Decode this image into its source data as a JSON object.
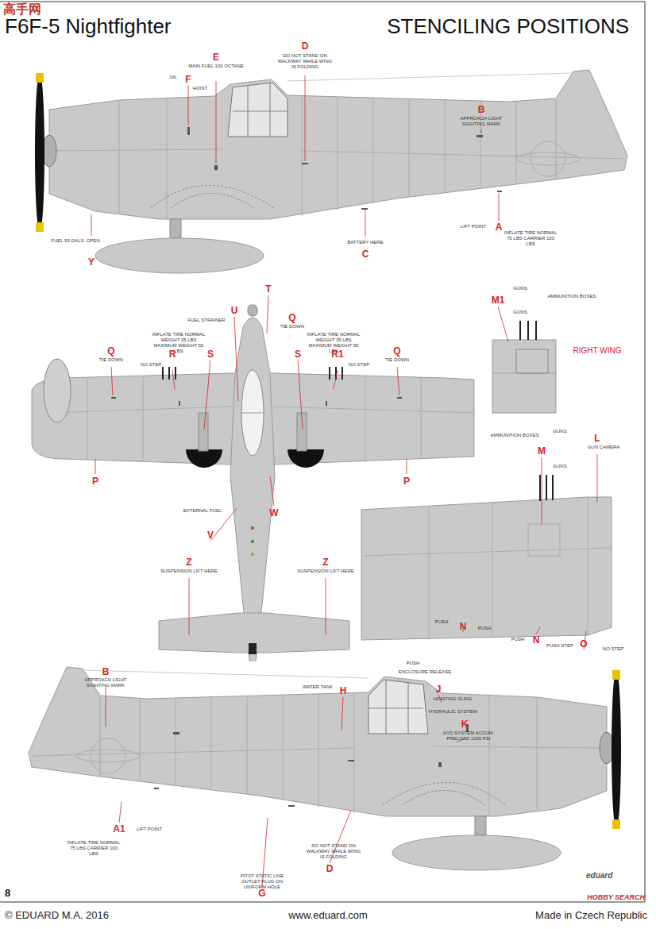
{
  "diagram": {
    "title": "F6F-5 Nightfighter",
    "labels": [
      "STENCILING POSITIONS",
      "OIL",
      "F",
      "HOIST",
      "E",
      "MAIN FUEL 100 OCTANE",
      "D",
      "DO NOT STAND ON WALKWAY WHILE WING IS FOLDING",
      "B",
      "APPROACH LIGHT SIGHTING MARK",
      "FUEL 93 GALS. OPEN",
      "Y",
      "BATTERY HERE",
      "C",
      "LIFT POINT",
      "A",
      "INFLATE TIRE NORMAL 75 LBS CARRIER 100 LBS",
      "T",
      "U",
      "FUEL STRAINER",
      "Q",
      "TIE DOWN",
      "INFLATE TIRE NORMAL WEIGHT 35 LBS MAXIMUM WEIGHT 55 LBS",
      "INFLATE TIRE NORMAL WEIGHT 35 LBS MAXIMUM WEIGHT 55 LBS",
      "Q",
      "TIE DOWN",
      "R",
      "NO STEP",
      "S",
      "S",
      "R1",
      "NO STEP",
      "Q",
      "TIE DOWN",
      "P",
      "P",
      "EXTERNAL FUEL",
      "V",
      "W",
      "Z",
      "SUSPENSION LIFT HERE",
      "Z",
      "SUSPENSION LIFT HERE",
      "M1",
      "GUNS",
      "GUNS",
      "AMMUNITION BOXES",
      "RIGHT WING",
      "AMMUNITION BOXES",
      "M",
      "GUNS",
      "GUNS",
      "L",
      "GUN CAMERA",
      "PUSH",
      "N",
      "PUSH",
      "PUSH",
      "N",
      "PUSH STEP",
      "O",
      "NO STEP",
      "B",
      "APPROACH LIGHT SIGHTING MARK",
      "PUSH",
      "ENCLOSURE RELEASE",
      "WATER TANK",
      "H",
      "J",
      "HOISTING SLING",
      "HYDRAULIC SYSTEM",
      "K",
      "HYD SYSTEM ACCUM. PRELOAD 1000 PSI",
      "A1",
      "LIFT POINT",
      "INFLATE TIRE NORMAL 75 LBS CARRIER 100 LBS",
      "DO NOT STAND ON WALKWAY WHILE WING IS FOLDING",
      "D",
      "PITOT STATIC LINE OUTLET PLUG ON UNIFORM HOLE",
      "G",
      "eduard",
      "8",
      "© EDUARD M.A. 2016",
      "www.eduard.com",
      "Made in Czech Republic",
      "高手网",
      "HOBBY SEARCH"
    ]
  }
}
